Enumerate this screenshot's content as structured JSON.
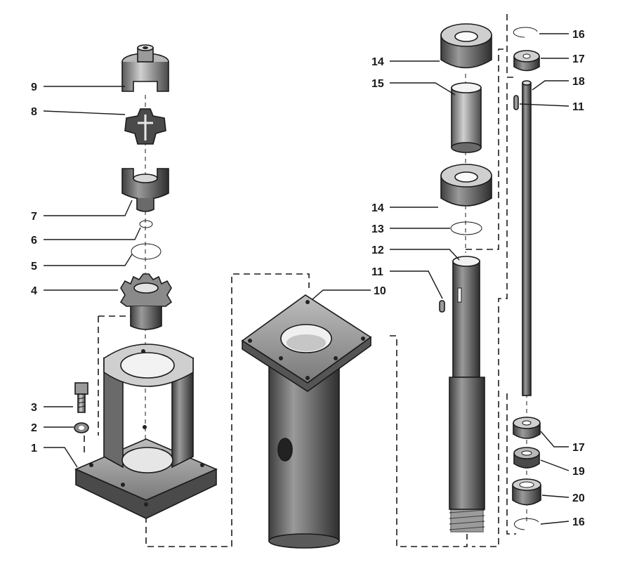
{
  "callouts": {
    "p1": "1",
    "p2": "2",
    "p3": "3",
    "p4": "4",
    "p5": "5",
    "p6": "6",
    "p7": "7",
    "p8": "8",
    "p9": "9",
    "p10": "10",
    "p11a": "11",
    "p11b": "11",
    "p12": "12",
    "p13": "13",
    "p14a": "14",
    "p14b": "14",
    "p15": "15",
    "p16a": "16",
    "p16b": "16",
    "p17a": "17",
    "p17b": "17",
    "p18": "18",
    "p19": "19",
    "p20": "20"
  },
  "colors": {
    "ink": "#1a1a1a",
    "metal_dark": "#4a4a4a",
    "metal_mid": "#6e6e6e",
    "metal_light": "#9a9a9a",
    "highlight": "#d6d6d6",
    "paper": "#ffffff"
  }
}
